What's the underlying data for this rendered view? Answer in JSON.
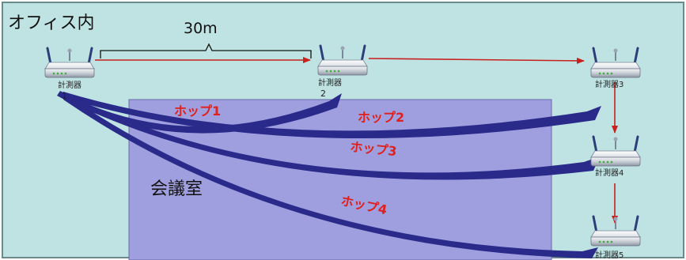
{
  "office": {
    "title": "オフィス内"
  },
  "distance": {
    "label": "30m"
  },
  "room": {
    "label": "会議室"
  },
  "devices": [
    {
      "id": "1",
      "name": "計測器",
      "num": "1"
    },
    {
      "id": "2",
      "name": "計測器",
      "num": "2"
    },
    {
      "id": "3",
      "name": "計測器3",
      "num": ""
    },
    {
      "id": "4",
      "name": "計測器4",
      "num": ""
    },
    {
      "id": "5",
      "name": "計測器5",
      "num": ""
    }
  ],
  "hops": [
    {
      "label": "ホップ1"
    },
    {
      "label": "ホップ2"
    },
    {
      "label": "ホップ3"
    },
    {
      "label": "ホップ4"
    }
  ],
  "colors": {
    "office_bg": "#bfe3e3",
    "room_fill": "#9f9fe0",
    "hop_curve": "#2a2a8a",
    "hop_text": "#e0201c",
    "link_arrow": "#c8201c"
  }
}
